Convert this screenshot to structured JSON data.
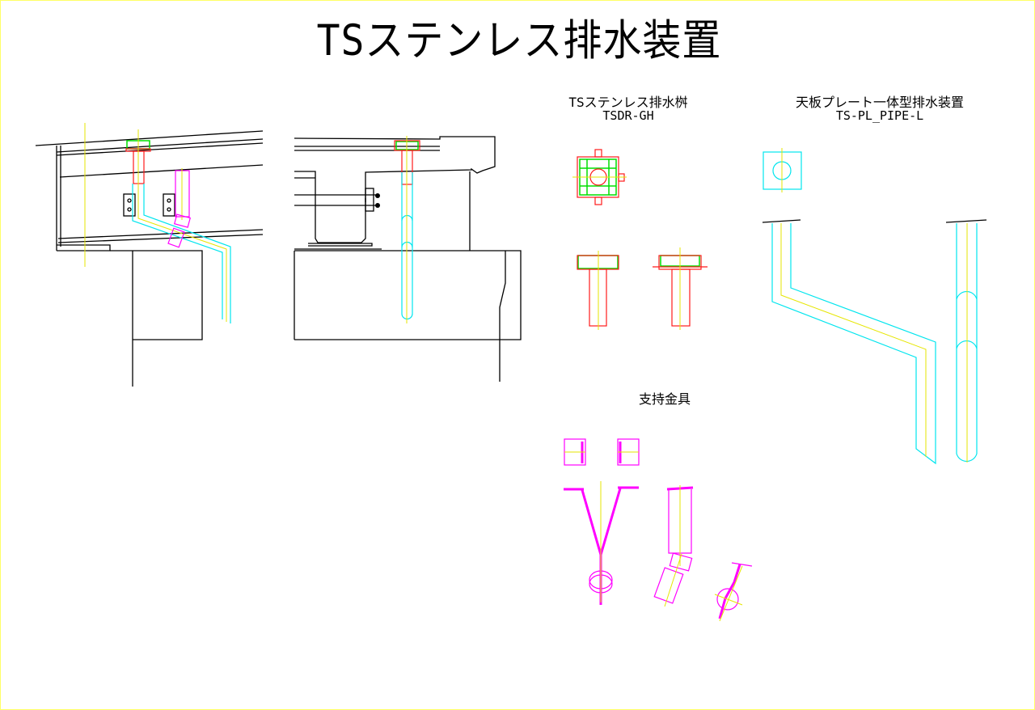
{
  "title": "TSステンレス排水装置",
  "sections": {
    "catch_basin": {
      "name": "TSステンレス排水桝",
      "model": "TSDR-GH"
    },
    "integrated": {
      "name": "天板プレート一体型排水装置",
      "model": "TS-PL_PIPE-L"
    },
    "support": {
      "name": "支持金具"
    }
  },
  "colors": {
    "outline": "#000000",
    "centerline": "#e6e600",
    "pipe": "#00e5ee",
    "basin": "#ff1a1a",
    "grating": "#00dd00",
    "bracket": "#ff00ff",
    "border": "#ffff66"
  }
}
